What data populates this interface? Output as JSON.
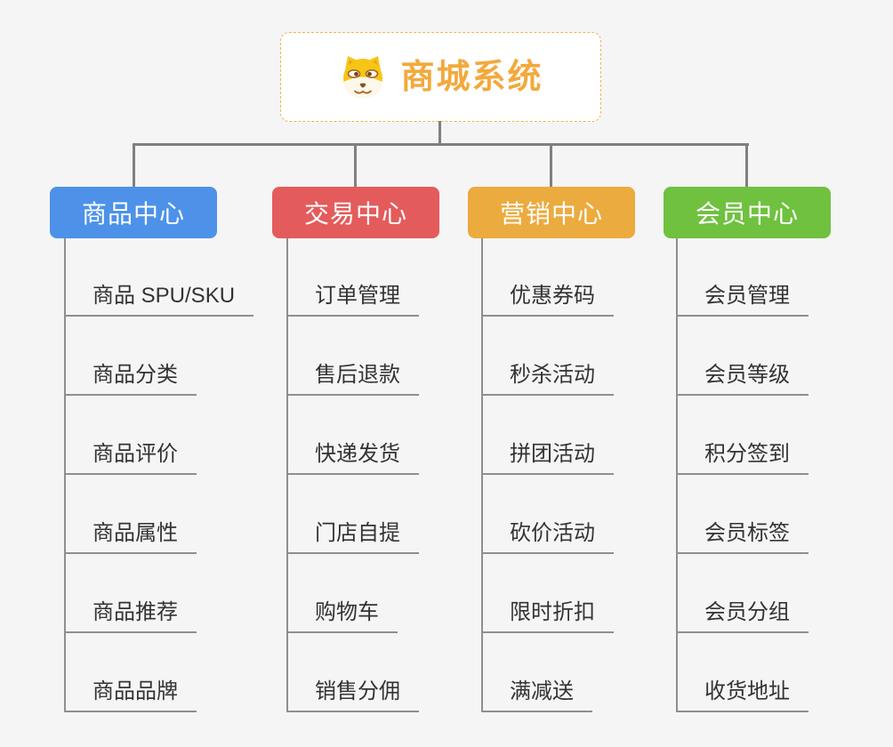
{
  "root": {
    "title": "商城系统",
    "icon": "shiba-dog-icon"
  },
  "branches": [
    {
      "label": "商品中心",
      "color": "#4d92e8",
      "items": [
        "商品 SPU/SKU",
        "商品分类",
        "商品评价",
        "商品属性",
        "商品推荐",
        "商品品牌"
      ]
    },
    {
      "label": "交易中心",
      "color": "#e45b5c",
      "items": [
        "订单管理",
        "售后退款",
        "快递发货",
        "门店自提",
        "购物车",
        "销售分佣"
      ]
    },
    {
      "label": "营销中心",
      "color": "#ebab3f",
      "items": [
        "优惠券码",
        "秒杀活动",
        "拼团活动",
        "砍价活动",
        "限时折扣",
        "满减送"
      ]
    },
    {
      "label": "会员中心",
      "color": "#6fc13f",
      "items": [
        "会员管理",
        "会员等级",
        "积分签到",
        "会员标签",
        "会员分组",
        "收货地址"
      ]
    }
  ],
  "theme": {
    "background": "#f5f5f5",
    "connector_color": "#808080",
    "leaf_line_color": "#8f8f8f",
    "leaf_text_color": "#333333",
    "root_accent_color": "#f2a93c",
    "root_border_color": "#f0b253"
  }
}
